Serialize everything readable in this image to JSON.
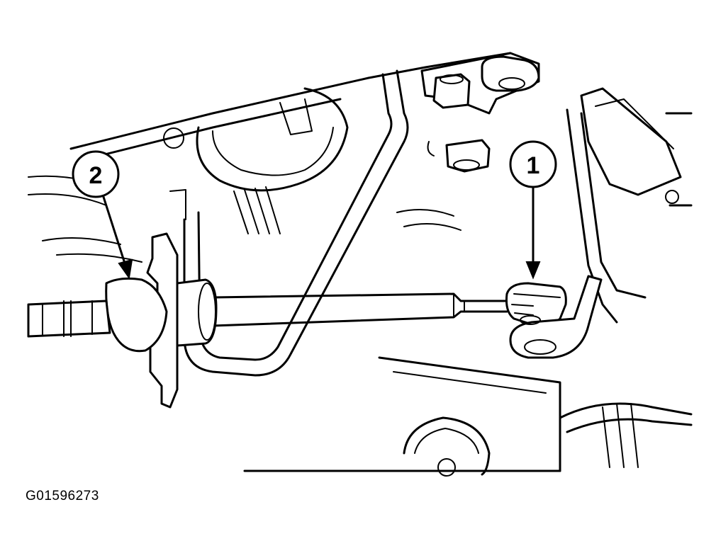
{
  "figure": {
    "id_label": "G01596273"
  },
  "callouts": [
    {
      "number": "1"
    },
    {
      "number": "2"
    }
  ],
  "colors": {
    "ink": "#000000",
    "paper": "#ffffff"
  }
}
